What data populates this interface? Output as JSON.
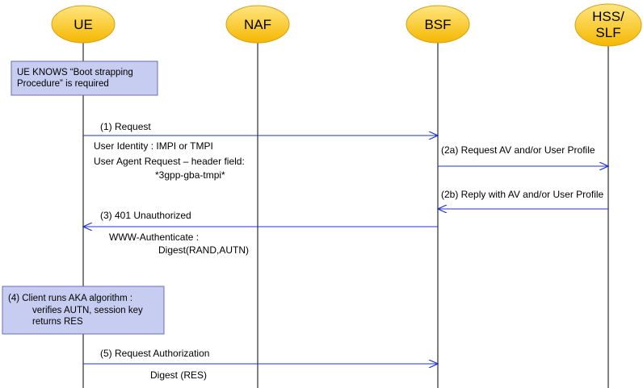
{
  "actors": [
    {
      "id": "ue",
      "lines": [
        "UE"
      ]
    },
    {
      "id": "naf",
      "lines": [
        "NAF"
      ]
    },
    {
      "id": "bsf",
      "lines": [
        "BSF"
      ]
    },
    {
      "id": "hss",
      "lines": [
        "HSS/",
        "SLF"
      ]
    }
  ],
  "notes": {
    "knows": [
      "UE KNOWS  “Boot strapping",
      "Procedure” is required"
    ],
    "aka": [
      "(4) Client runs AKA algorithm :",
      "verifies AUTN, session key",
      "returns RES"
    ]
  },
  "messages": {
    "m1": {
      "label": "(1) Request",
      "details": [
        "User Identity : IMPI or TMPI",
        "User Agent Request – header  field:",
        "*3gpp-gba-tmpi*"
      ]
    },
    "m2a": {
      "label": "(2a) Request AV and/or User Profile"
    },
    "m2b": {
      "label": "(2b) Reply with AV and/or User Profile"
    },
    "m3": {
      "label": "(3) 401 Unauthorized",
      "details": [
        "WWW-Authenticate :",
        "Digest(RAND,AUTN)"
      ]
    },
    "m5": {
      "label": "(5) Request Authorization",
      "details": [
        "Digest (RES)"
      ]
    }
  },
  "colors": {
    "actor_fill_top": "#ffe680",
    "actor_fill_bottom": "#f5b800",
    "actor_stroke": "#d4a017",
    "note_fill": "#c7cdf0",
    "note_stroke": "#6670b8",
    "arrow": "#2233cc",
    "lifeline": "#000000"
  }
}
